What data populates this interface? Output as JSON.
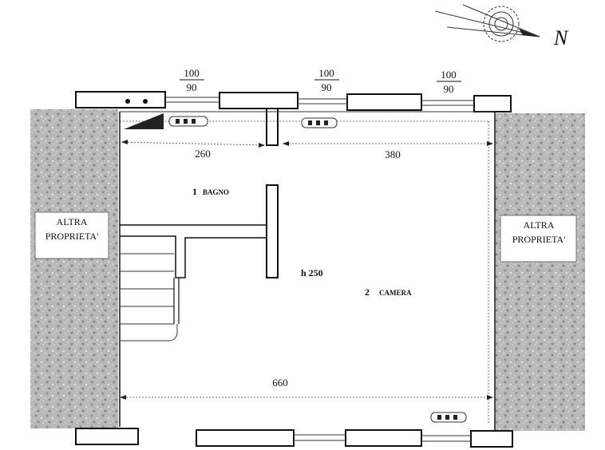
{
  "north_label": "N",
  "window_sizes": [
    {
      "top": "100",
      "bottom": "90"
    },
    {
      "top": "100",
      "bottom": "90"
    },
    {
      "top": "100",
      "bottom": "90"
    }
  ],
  "dimensions": {
    "bagno_width": "260",
    "camera_top_width": "380",
    "total_width": "660",
    "height": "h 250"
  },
  "rooms": {
    "bagno": {
      "number": "1",
      "name": "BAGNO"
    },
    "camera": {
      "number": "2",
      "name": "CAMERA"
    }
  },
  "neighbors": {
    "left": {
      "line1": "ALTRA",
      "line2": "PROPRIETA'"
    },
    "right": {
      "line1": "ALTRA",
      "line2": "PROPRIETA'"
    }
  }
}
